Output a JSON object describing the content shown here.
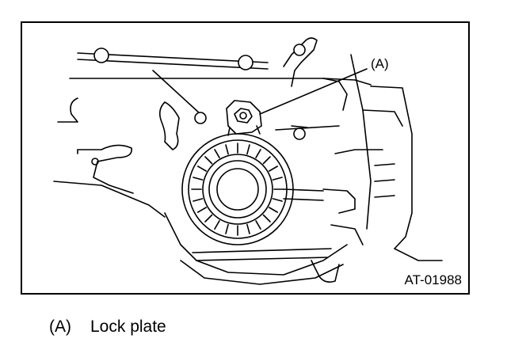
{
  "diagram": {
    "callout_label": "(A)",
    "figure_id": "AT-01988"
  },
  "legend": {
    "key": "(A)",
    "description": "Lock plate"
  }
}
